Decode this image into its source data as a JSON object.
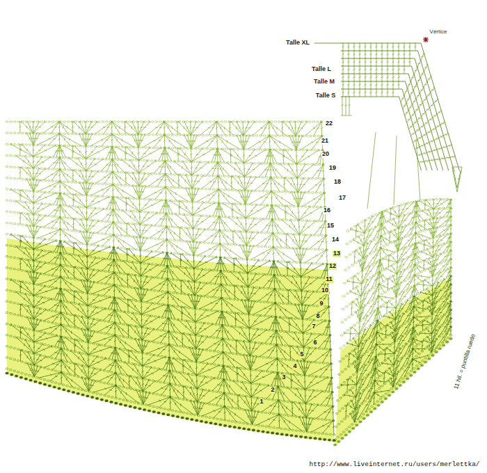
{
  "diagram": {
    "labels": [
      "Vértice",
      "Talle XL",
      "Talle L",
      "Talle M",
      "Talle S",
      "22",
      "21",
      "20",
      "19",
      "18",
      "17",
      "16",
      "15",
      "14",
      "13",
      "12",
      "11",
      "10",
      "9",
      "8",
      "7",
      "6",
      "5",
      "4",
      "3",
      "2",
      "1",
      "11 hil. = puntilla ruedo",
      "http://www.liveinternet.ru/users/merlettka/"
    ]
  }
}
